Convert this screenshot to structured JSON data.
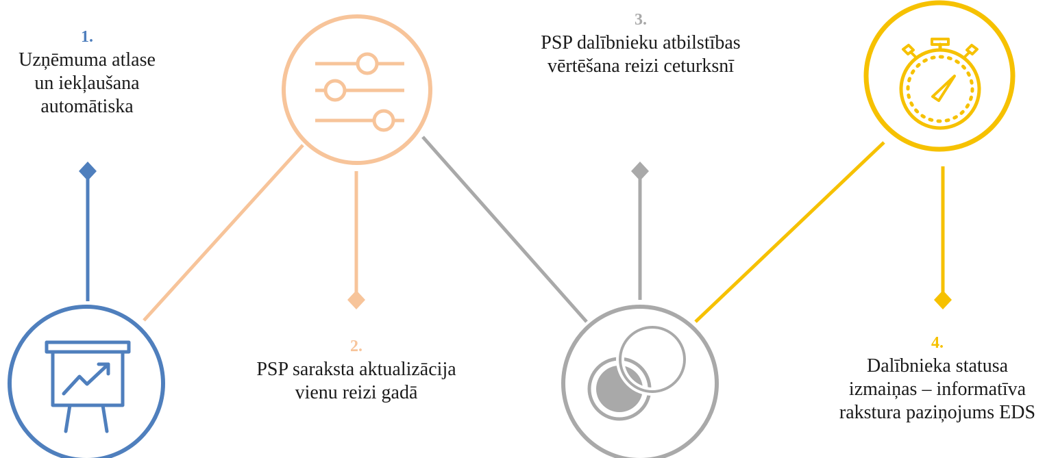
{
  "colors": {
    "step1": "#4f7fbd",
    "step2": "#f7c49a",
    "step3": "#a9a9a9",
    "step4": "#f6c100",
    "text": "#1a1a1a"
  },
  "steps": [
    {
      "number": "1.",
      "lines": [
        "Uzņēmuma atlase",
        "un iekļaušana",
        "automātiska"
      ],
      "icon": "presentation-chart-icon"
    },
    {
      "number": "2.",
      "lines": [
        "PSP saraksta aktualizācija",
        "vienu reizi gadā"
      ],
      "icon": "sliders-icon"
    },
    {
      "number": "3.",
      "lines": [
        "PSP dalībnieku atbilstības",
        "vērtēšana reizi ceturksnī"
      ],
      "icon": "overlapping-circles-icon"
    },
    {
      "number": "4.",
      "lines": [
        "Dalībnieka statusa",
        "izmaiņas – informatīva",
        "rakstura paziņojums EDS"
      ],
      "icon": "stopwatch-icon"
    }
  ]
}
